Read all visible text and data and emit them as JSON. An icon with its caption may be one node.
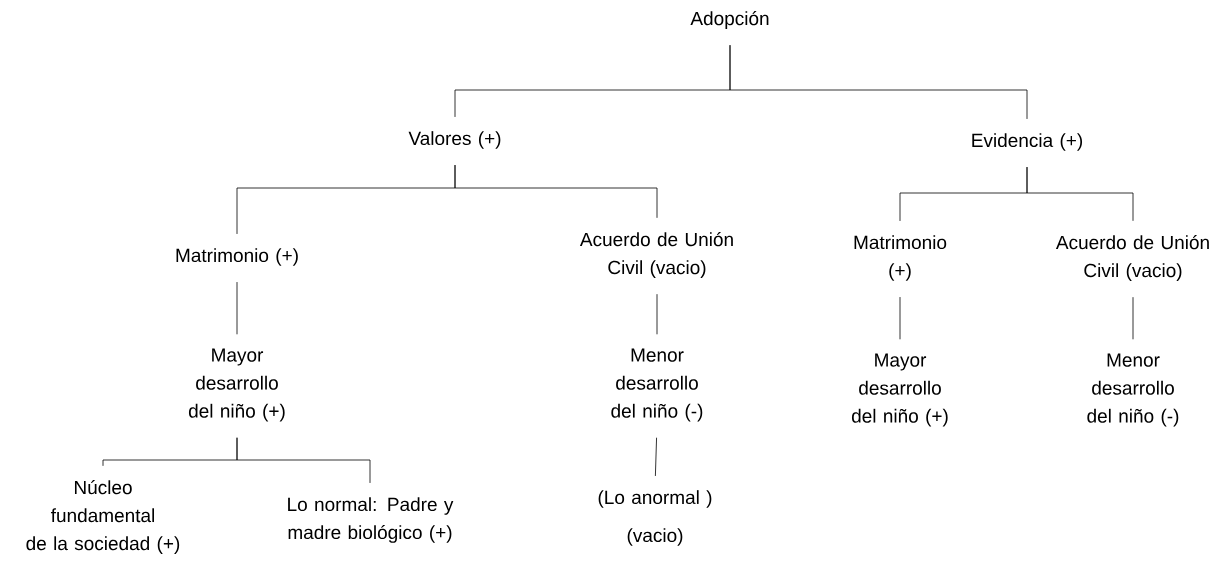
{
  "diagram": {
    "nodes": [
      {
        "text": [
          "Adopción"
        ]
      },
      {
        "text": [
          "Valores (+)"
        ]
      },
      {
        "text": [
          "Evidencia (+)"
        ]
      },
      {
        "text": [
          "Matrimonio (+)"
        ]
      },
      {
        "text": [
          "Acuerdo de Unión Civil (vacio)"
        ]
      },
      {
        "text": [
          "Matrimonio (+)"
        ]
      },
      {
        "text": [
          "Acuerdo de Unión Civil (vacio)"
        ]
      },
      {
        "text": [
          "Mayor desarrollo del niño (+)"
        ]
      },
      {
        "text": [
          "Menor desarrollo del niño (-)"
        ]
      },
      {
        "text": [
          "Mayor desarrollo del niño (+)"
        ]
      },
      {
        "text": [
          "Menor desarrollo del niño (-)"
        ]
      },
      {
        "text": [
          "Núcleo fundamental de la sociedad (+)"
        ]
      },
      {
        "text": [
          "Lo normal: Padre y madre biológico (+)"
        ]
      },
      {
        "text": [
          "(Lo anormal )",
          "(vacio)"
        ]
      }
    ],
    "edges": [
      {
        "from": 0,
        "to": 1,
        "arrow": "none"
      },
      {
        "from": 0,
        "to": 2,
        "arrow": "none"
      },
      {
        "from": 1,
        "to": 3,
        "arrow": "none"
      },
      {
        "from": 1,
        "to": 4,
        "arrow": "none"
      },
      {
        "from": 2,
        "to": 5,
        "arrow": "none"
      },
      {
        "from": 2,
        "to": 6,
        "arrow": "none"
      },
      {
        "from": 3,
        "to": 7,
        "arrow": "none"
      },
      {
        "from": 4,
        "to": 8,
        "arrow": "none"
      },
      {
        "from": 5,
        "to": 9,
        "arrow": "none"
      },
      {
        "from": 6,
        "to": 10,
        "arrow": "none"
      },
      {
        "from": 7,
        "to": 11,
        "arrow": "none"
      },
      {
        "from": 7,
        "to": 12,
        "arrow": "none"
      },
      {
        "from": 8,
        "to": 13,
        "arrow": "none"
      }
    ]
  }
}
